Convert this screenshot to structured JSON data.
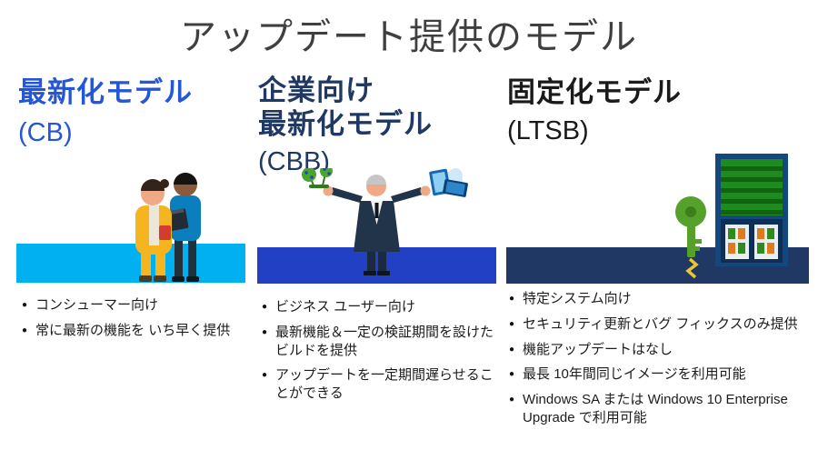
{
  "title": "アップデート提供のモデル",
  "glyphs": {
    "bullet": "●"
  },
  "colors": {
    "cb_accent": "#2456d6",
    "cbb_accent": "#1f3864",
    "ltsb_accent": "#1a1a1a",
    "cb_band": "#00b0f0",
    "cbb_band": "#2240c4",
    "ltsb_band": "#203864"
  },
  "columns": [
    {
      "id": "cb",
      "heading_lines": [
        "最新化モデル"
      ],
      "sub": "(CB)",
      "bullets": [
        "コンシューマー向け",
        "常に最新の機能を いち早く提供"
      ]
    },
    {
      "id": "cbb",
      "heading_lines": [
        "企業向け",
        "最新化モデル"
      ],
      "sub": "(CBB)",
      "bullets": [
        "ビジネス ユーザー向け",
        "最新機能＆一定の検証期間を設けたビルドを提供",
        "アップデートを一定期間遅らせることができる"
      ]
    },
    {
      "id": "ltsb",
      "heading_lines": [
        "固定化モデル"
      ],
      "sub": "(LTSB)",
      "bullets": [
        "特定システム向け",
        "セキュリティ更新とバグ フィックスのみ提供",
        "機能アップデートはなし",
        "最長 10年間同じイメージを利用可能",
        "Windows SA または Windows 10 Enterprise Upgrade で利用可能"
      ]
    }
  ]
}
